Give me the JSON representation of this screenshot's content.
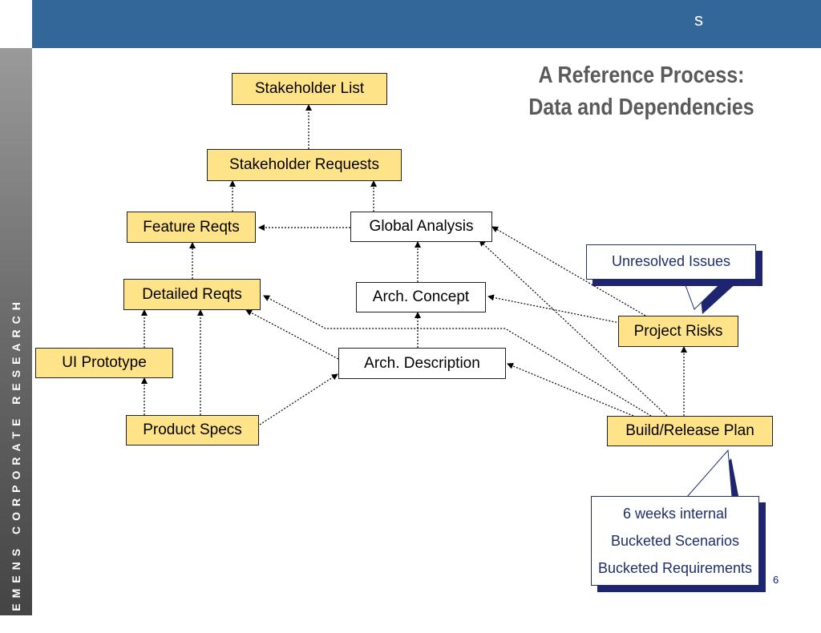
{
  "header": {
    "corner_letter": "s"
  },
  "sidebar": {
    "brand_text": "SIEMENS CORPORATE RESEARCH"
  },
  "slide": {
    "title_line1": "A Reference Process:",
    "title_line2": "Data and Dependencies",
    "page_number": "6"
  },
  "boxes": {
    "stakeholder_list": "Stakeholder List",
    "stakeholder_requests": "Stakeholder Requests",
    "feature_reqts": "Feature Reqts",
    "global_analysis": "Global Analysis",
    "detailed_reqts": "Detailed Reqts",
    "arch_concept": "Arch. Concept",
    "ui_prototype": "UI Prototype",
    "arch_description": "Arch. Description",
    "product_specs": "Product Specs",
    "project_risks": "Project Risks",
    "build_release_plan": "Build/Release Plan"
  },
  "callouts": {
    "unresolved_issues": "Unresolved Issues",
    "plan_notes": [
      "6 weeks internal",
      "Bucketed Scenarios",
      "Bucketed Requirements"
    ]
  },
  "colors": {
    "header_blue": "#336699",
    "box_fill": "#ffe389",
    "callout_text": "#1f2f6b",
    "callout_shadow": "#1f2470"
  }
}
